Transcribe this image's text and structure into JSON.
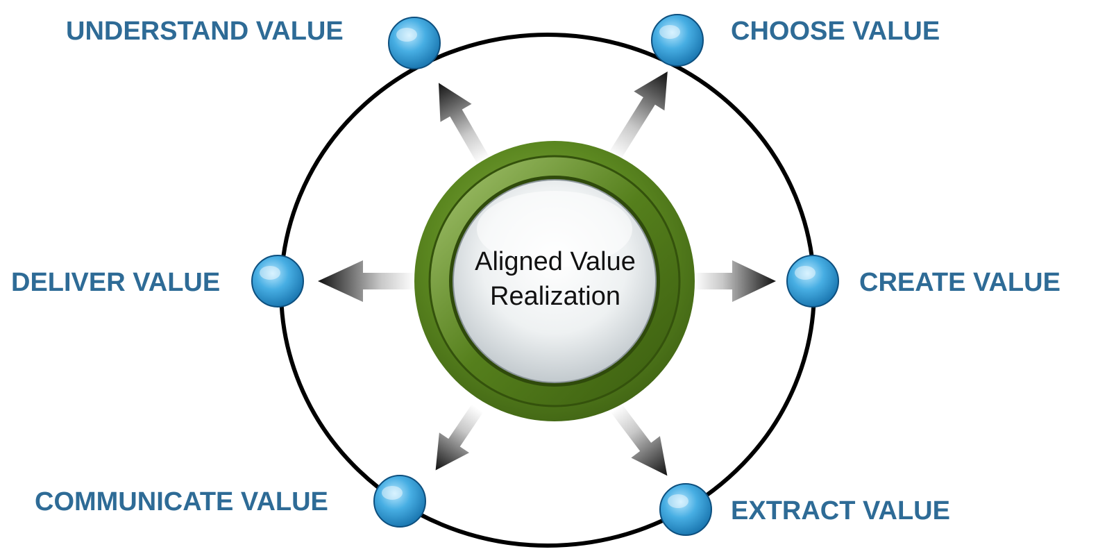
{
  "center": {
    "line1": "Aligned Value",
    "line2": "Realization"
  },
  "stages": [
    {
      "id": "understand",
      "label": "UNDERSTAND VALUE"
    },
    {
      "id": "choose",
      "label": "CHOOSE VALUE"
    },
    {
      "id": "deliver",
      "label": "DELIVER VALUE"
    },
    {
      "id": "create",
      "label": "CREATE VALUE"
    },
    {
      "id": "communicate",
      "label": "COMMUNICATE VALUE"
    },
    {
      "id": "extract",
      "label": "EXTRACT VALUE"
    }
  ],
  "colors": {
    "label": "#2e6b96",
    "ring": "#000000",
    "node": "#3fa7dc",
    "center_ring": "#4f7a1a",
    "center_face": "#dfe4e6"
  }
}
